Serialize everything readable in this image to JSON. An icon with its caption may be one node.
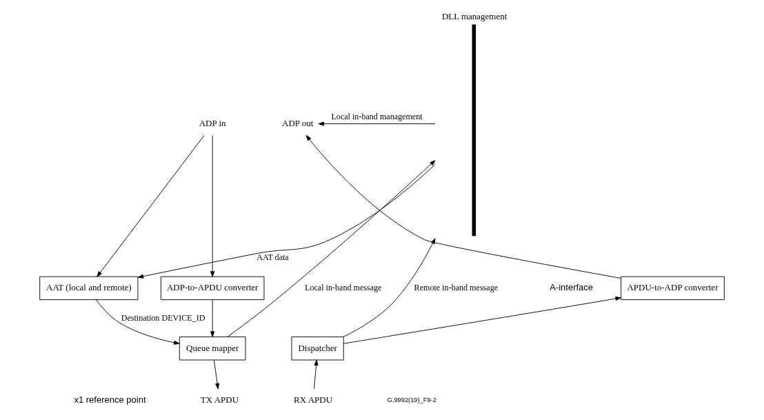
{
  "diagram": {
    "nodes": [
      {
        "text": [
          "ADP in"
        ]
      },
      {
        "text": [
          "ADP out"
        ]
      },
      {
        "text": [
          "DLL management"
        ]
      },
      {
        "text": [
          "AAT (local and remote)"
        ]
      },
      {
        "text": [
          "ADP-to-APDU converter"
        ]
      },
      {
        "text": [
          "APDU-to-ADP converter"
        ]
      },
      {
        "text": [
          "Queue mapper"
        ]
      },
      {
        "text": [
          "Dispatcher"
        ]
      },
      {
        "text": [
          "TX APDU"
        ]
      },
      {
        "text": [
          "RX APDU"
        ]
      }
    ],
    "edges": [
      {
        "from": 0,
        "to": 4,
        "arrow": "to"
      },
      {
        "from": 0,
        "to": 3,
        "arrow": "to"
      },
      {
        "from": 2,
        "to": 1,
        "arrow": "to",
        "label": "Local in-band management"
      },
      {
        "from": 2,
        "to": 3,
        "arrow": "to",
        "label": "AAT data"
      },
      {
        "from": 4,
        "to": 6,
        "arrow": "to"
      },
      {
        "from": 3,
        "to": 6,
        "arrow": "to",
        "label": "Destination DEVICE_ID"
      },
      {
        "from": 5,
        "to": 1,
        "arrow": "to"
      },
      {
        "from": 7,
        "to": 5,
        "arrow": "to"
      },
      {
        "from": 7,
        "to": 2,
        "arrow": "to",
        "label": "Remote in-band message"
      },
      {
        "from": 6,
        "to": 8,
        "arrow": "to"
      },
      {
        "from": 6,
        "to": 2,
        "arrow": "to",
        "label": "Local in-band message"
      },
      {
        "from": 9,
        "to": 7,
        "arrow": "to"
      }
    ],
    "labels": [
      "A-interface",
      "x1 reference point",
      "G.9992(19)_F9-2"
    ]
  }
}
